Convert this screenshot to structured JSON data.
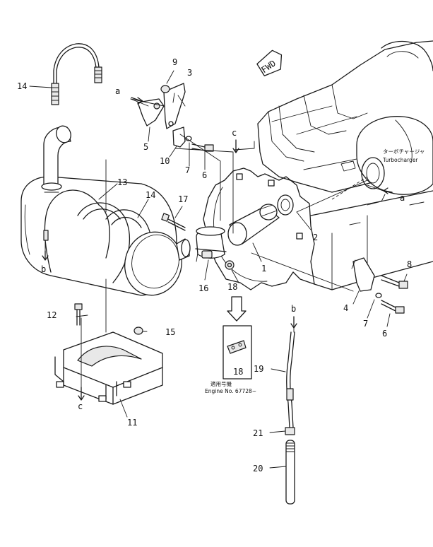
{
  "diagram": {
    "callouts": [
      {
        "id": "p1",
        "text": "1"
      },
      {
        "id": "p2",
        "text": "2"
      },
      {
        "id": "p3",
        "text": "3"
      },
      {
        "id": "p4",
        "text": "4"
      },
      {
        "id": "p5",
        "text": "5"
      },
      {
        "id": "p6a",
        "text": "6"
      },
      {
        "id": "p6b",
        "text": "6"
      },
      {
        "id": "p7a",
        "text": "7"
      },
      {
        "id": "p7b",
        "text": "7"
      },
      {
        "id": "p8",
        "text": "8"
      },
      {
        "id": "p9",
        "text": "9"
      },
      {
        "id": "p10",
        "text": "10"
      },
      {
        "id": "p11",
        "text": "11"
      },
      {
        "id": "p12",
        "text": "12"
      },
      {
        "id": "p13",
        "text": "13"
      },
      {
        "id": "p14a",
        "text": "14"
      },
      {
        "id": "p14b",
        "text": "14"
      },
      {
        "id": "p15",
        "text": "15"
      },
      {
        "id": "p16",
        "text": "16"
      },
      {
        "id": "p17",
        "text": "17"
      },
      {
        "id": "p18a",
        "text": "18"
      },
      {
        "id": "p18b",
        "text": "18"
      },
      {
        "id": "p19",
        "text": "19"
      },
      {
        "id": "p20",
        "text": "20"
      },
      {
        "id": "p21",
        "text": "21"
      }
    ],
    "refs": [
      {
        "id": "ra1",
        "text": "a"
      },
      {
        "id": "ra2",
        "text": "a"
      },
      {
        "id": "rb1",
        "text": "b"
      },
      {
        "id": "rb2",
        "text": "b"
      },
      {
        "id": "rc1",
        "text": "c"
      },
      {
        "id": "rc2",
        "text": "c"
      }
    ],
    "fwd_label": "FWD",
    "turbo_jp": "ターボチャージャ",
    "turbo_en": "Turbocharger",
    "serial_jp": "適用号機",
    "serial_en": "Engine No. 67728~"
  }
}
